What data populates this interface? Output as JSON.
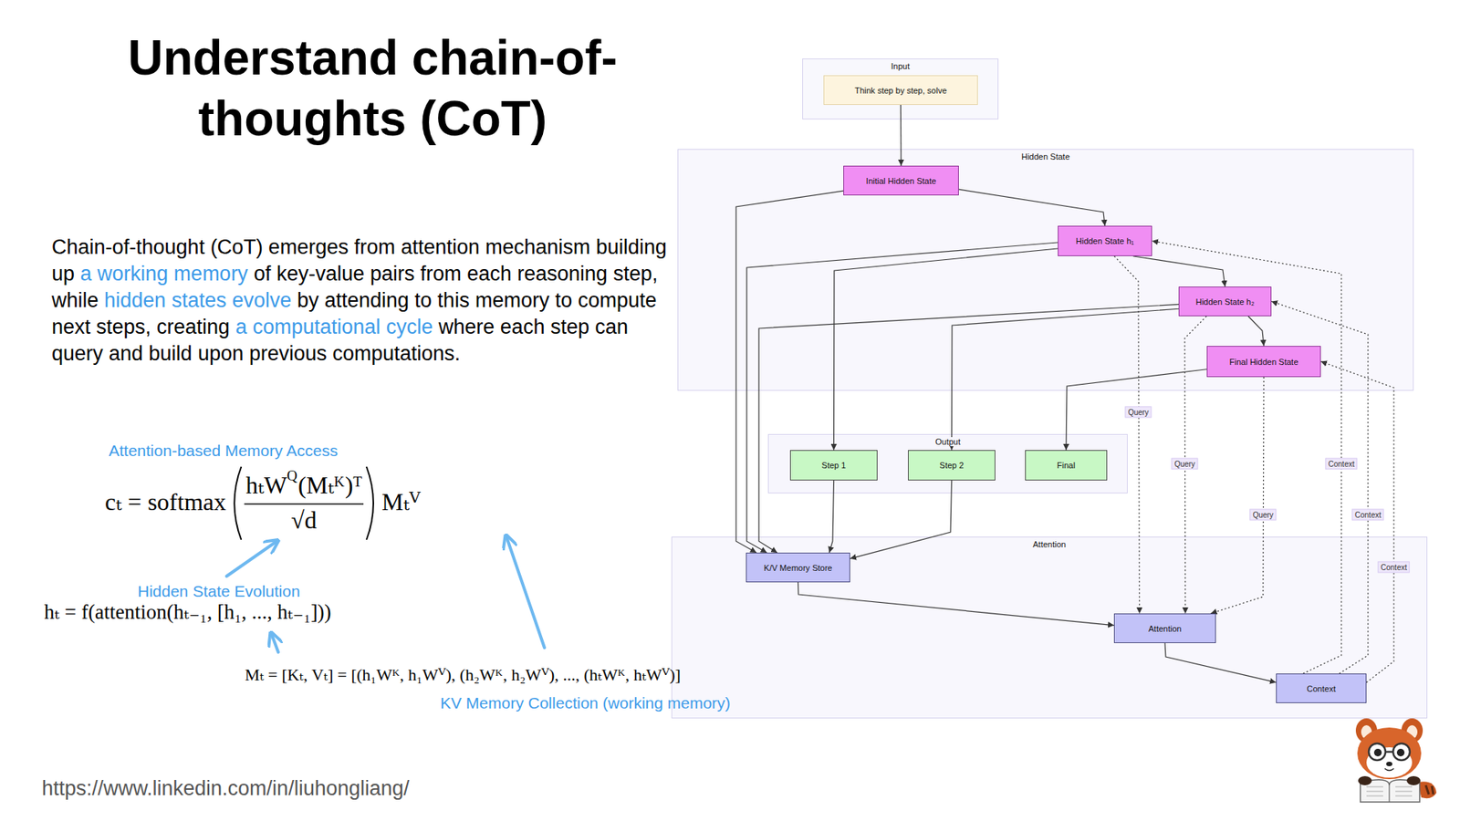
{
  "diagram": {
    "title": "Understand chain-of-thoughts (CoT)",
    "nodes": [
      {
        "text": [
          "Input"
        ]
      },
      {
        "text": [
          "Think step by step, solve"
        ],
        "in": 0
      },
      {
        "text": [
          "Hidden State"
        ]
      },
      {
        "text": [
          "Initial Hidden State"
        ],
        "in": 2
      },
      {
        "text": [
          "Hidden State h₁"
        ],
        "in": 2
      },
      {
        "text": [
          "Hidden State h₂"
        ],
        "in": 2
      },
      {
        "text": [
          "Final Hidden State"
        ],
        "in": 2
      },
      {
        "text": [
          "Output"
        ]
      },
      {
        "text": [
          "Step 1"
        ],
        "in": 7
      },
      {
        "text": [
          "Step 2"
        ],
        "in": 7
      },
      {
        "text": [
          "Final"
        ],
        "in": 7
      },
      {
        "text": [
          "Attention"
        ]
      },
      {
        "text": [
          "K/V Memory Store"
        ],
        "in": 11
      },
      {
        "text": [
          "Attention"
        ],
        "in": 11
      },
      {
        "text": [
          "Context"
        ],
        "in": 11
      }
    ],
    "edges": [
      {
        "from": 1,
        "to": 3,
        "arrow": "to"
      },
      {
        "from": 3,
        "to": 4,
        "arrow": "to"
      },
      {
        "from": 3,
        "to": 12,
        "arrow": "to"
      },
      {
        "from": 4,
        "to": 5,
        "arrow": "to"
      },
      {
        "from": 4,
        "to": 12,
        "arrow": "to"
      },
      {
        "from": 4,
        "to": 8,
        "arrow": "to"
      },
      {
        "from": 4,
        "to": 13,
        "label": "Query",
        "arrow": "to"
      },
      {
        "from": 5,
        "to": 6,
        "arrow": "to"
      },
      {
        "from": 5,
        "to": 12,
        "arrow": "to"
      },
      {
        "from": 5,
        "to": 9,
        "arrow": "to"
      },
      {
        "from": 5,
        "to": 13,
        "label": "Query",
        "arrow": "to"
      },
      {
        "from": 6,
        "to": 10,
        "arrow": "to"
      },
      {
        "from": 6,
        "to": 13,
        "label": "Query",
        "arrow": "to"
      },
      {
        "from": 8,
        "to": 12,
        "arrow": "to"
      },
      {
        "from": 9,
        "to": 12,
        "arrow": "to"
      },
      {
        "from": 12,
        "to": 13,
        "arrow": "to"
      },
      {
        "from": 13,
        "to": 14,
        "arrow": "to"
      },
      {
        "from": 14,
        "to": 4,
        "label": "Context",
        "arrow": "to"
      },
      {
        "from": 14,
        "to": 5,
        "label": "Context",
        "arrow": "to"
      },
      {
        "from": 14,
        "to": 6,
        "label": "Context",
        "arrow": "to"
      }
    ],
    "labels": [
      "Chain-of-thought (CoT) emerges from attention mechanism building up",
      "a working memory",
      "of key-value pairs from each reasoning step, while",
      "hidden states evolve",
      "by attending to this memory to compute next steps, creating",
      "a computational cycle",
      "where each step can query and build upon previous computations.",
      "Attention-based Memory Access",
      "cₜ = softmax",
      "hₜW",
      "Q",
      "(Mₜᴷ)ᵀ",
      "√d",
      "Mₜⱽ",
      "Hidden State Evolution",
      "hₜ = f(attention(hₜ₋₁, [h₁, ..., hₜ₋₁]))",
      "Mₜ = [Kₜ, Vₜ] = [(h₁Wᴷ, h₁Wⱽ), (h₂Wᴷ, h₂Wⱽ), ..., (hₜWᴷ, hₜWⱽ)]",
      "KV Memory Collection (working memory)",
      "https://www.linkedin.com/in/liuhongliang/"
    ]
  }
}
